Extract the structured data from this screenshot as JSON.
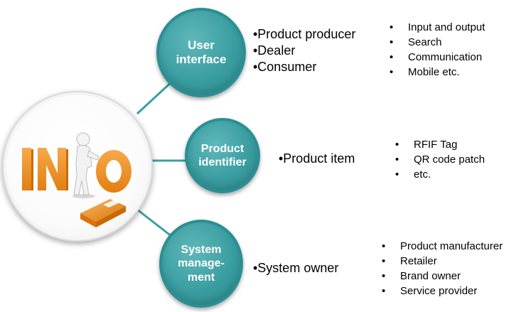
{
  "hub": {
    "letters": "INFO",
    "icon": "person-pushing-letters-info-graphic"
  },
  "colors": {
    "node_fill": "#3a9ea1",
    "node_border": "#2a8f93",
    "connector": "#3a9ea1",
    "letter_orange": "#f0901e"
  },
  "branches": [
    {
      "title_lines": [
        "User",
        "interface"
      ],
      "actors": [
        "•Product producer",
        "•Dealer",
        "•Consumer"
      ],
      "details_bullet": "•",
      "details": [
        "Input and output",
        "Search",
        "Communication",
        "Mobile etc."
      ]
    },
    {
      "title_lines": [
        "Product",
        "identifier"
      ],
      "actors": [
        "•Product item"
      ],
      "details_bullet": "•",
      "details": [
        "RFIF Tag",
        "QR code patch",
        "etc."
      ]
    },
    {
      "title_lines": [
        "System",
        "manage-",
        "ment"
      ],
      "actors": [
        "•System owner"
      ],
      "details_bullet": "•",
      "details": [
        "Product manufacturer",
        "Retailer",
        "Brand owner",
        "Service provider"
      ]
    }
  ]
}
